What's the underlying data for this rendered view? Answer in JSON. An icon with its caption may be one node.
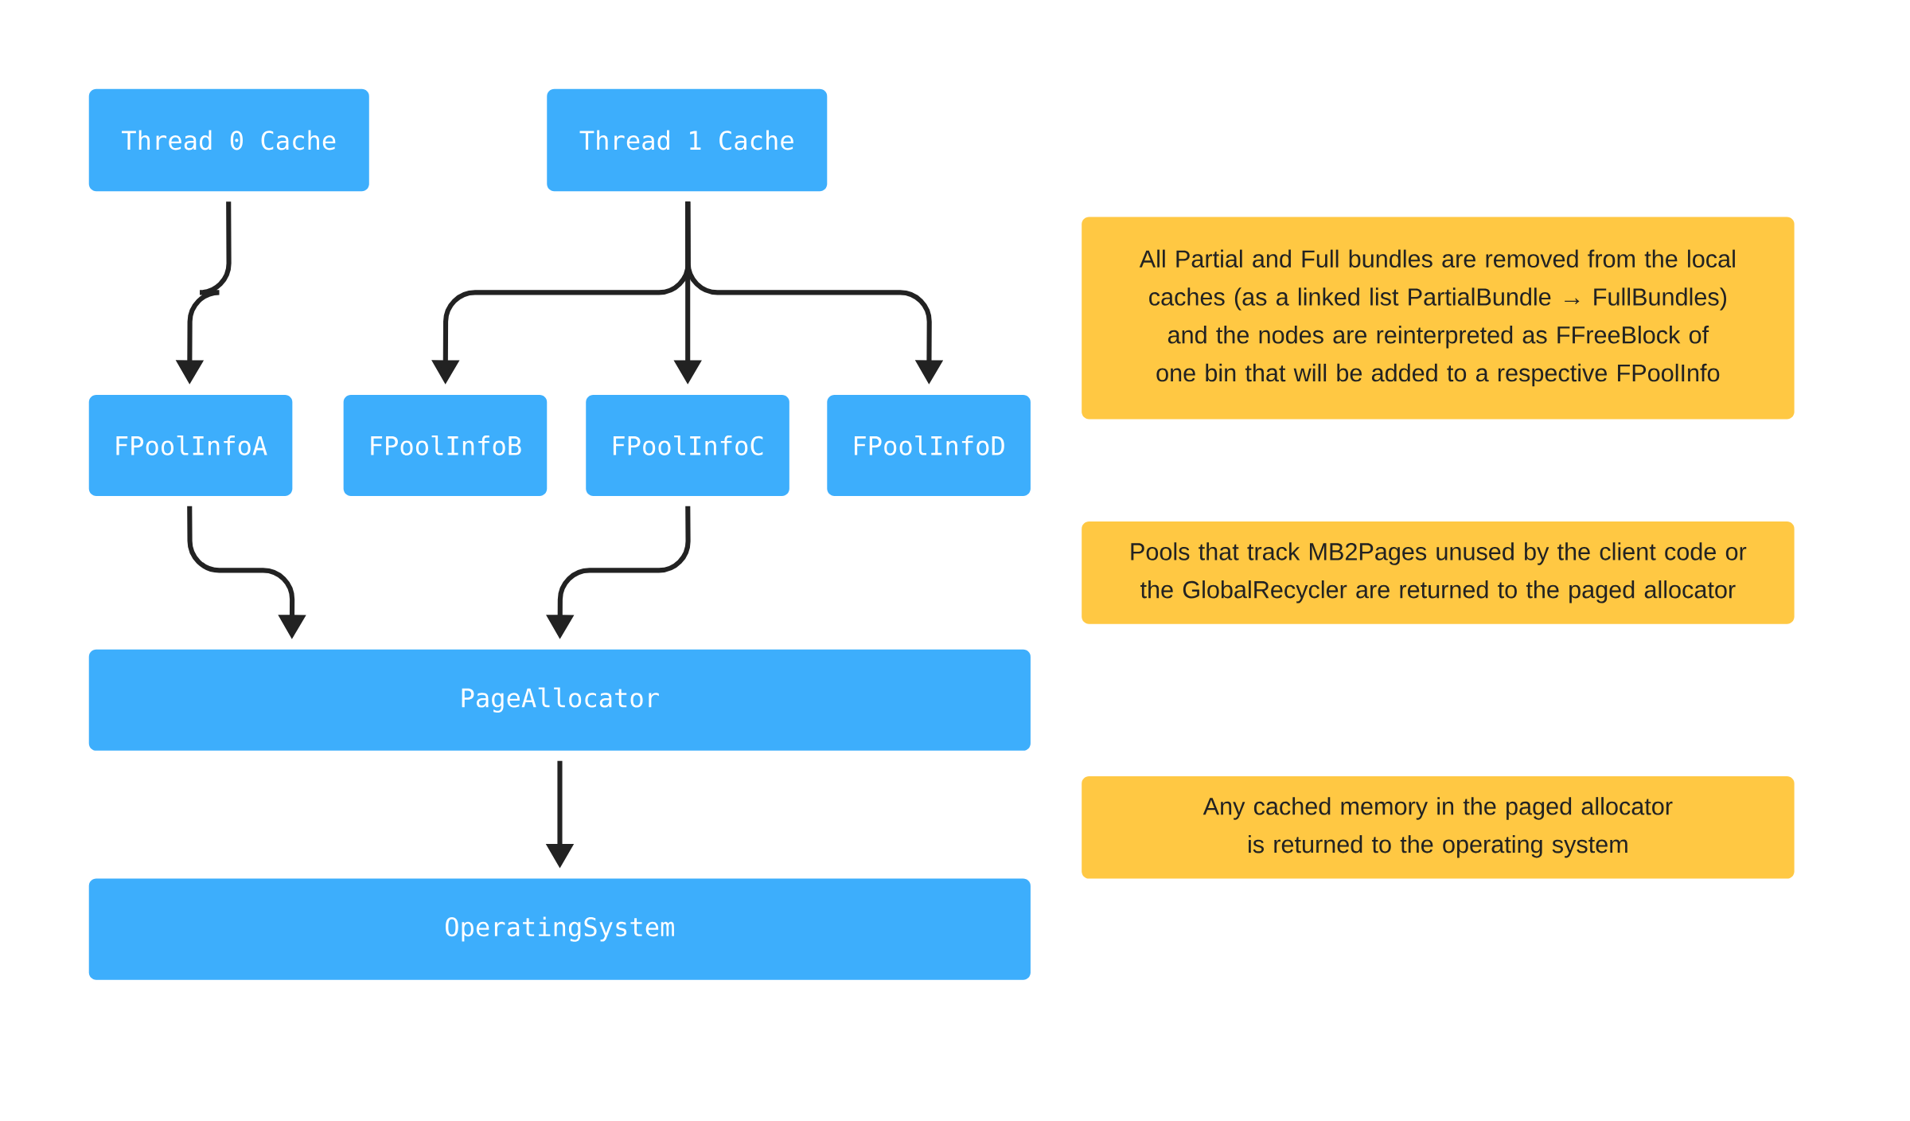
{
  "diagram": {
    "nodes": [
      {
        "text": [
          "Thread 0 Cache"
        ]
      },
      {
        "text": [
          "Thread 1 Cache"
        ]
      },
      {
        "text": [
          "FPoolInfoA"
        ]
      },
      {
        "text": [
          "FPoolInfoB"
        ]
      },
      {
        "text": [
          "FPoolInfoC"
        ]
      },
      {
        "text": [
          "FPoolInfoD"
        ]
      },
      {
        "text": [
          "PageAllocator"
        ]
      },
      {
        "text": [
          "OperatingSystem"
        ]
      },
      {
        "text": [
          "All Partial and Full bundles are removed from the local caches (as a linked list  PartialBundle → FullBundles) and the nodes are reinterpreted as FFreeBlock of one bin that will be added to a respective FPoolInfo"
        ]
      },
      {
        "text": [
          "Pools that track MB2Pages unused by the client code or the GlobalRecycler are returned to the paged allocator"
        ]
      },
      {
        "text": [
          "Any cached memory in the paged allocator is returned to the operating system"
        ]
      }
    ],
    "edges": [
      {
        "from": 0,
        "to": 2,
        "arrow": "to"
      },
      {
        "from": 1,
        "to": 3,
        "arrow": "to"
      },
      {
        "from": 1,
        "to": 4,
        "arrow": "to"
      },
      {
        "from": 1,
        "to": 5,
        "arrow": "to"
      },
      {
        "from": 2,
        "to": 6,
        "arrow": "to"
      },
      {
        "from": 4,
        "to": 6,
        "arrow": "to"
      },
      {
        "from": 6,
        "to": 7,
        "arrow": "to"
      }
    ]
  }
}
